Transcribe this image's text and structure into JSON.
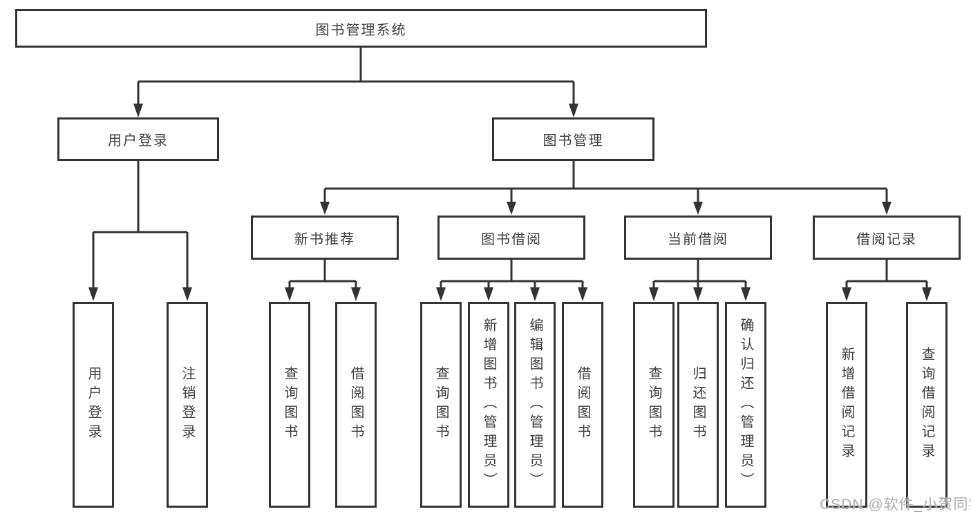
{
  "diagram": {
    "root": "图书管理系统",
    "branches": {
      "user_login": {
        "label": "用户登录",
        "children": [
          "用户登录",
          "注销登录"
        ]
      },
      "book_mgmt": {
        "label": "图书管理",
        "sections": {
          "new_book": {
            "label": "新书推荐",
            "children": [
              "查询图书",
              "借阅图书"
            ]
          },
          "book_borrow": {
            "label": "图书借阅",
            "children": [
              "查询图书",
              "新增图书（管理员）",
              "编辑图书（管理员）",
              "借阅图书"
            ]
          },
          "current_borrow": {
            "label": "当前借阅",
            "children": [
              "查询图书",
              "归还图书",
              "确认归还（管理员）"
            ]
          },
          "borrow_record": {
            "label": "借阅记录",
            "children": [
              "新增借阅记录",
              "查询借阅记录"
            ]
          }
        }
      }
    }
  },
  "watermark": {
    "text": "CSDN @软件_小贺同学"
  },
  "colors": {
    "line": "#333333",
    "text": "#3d3d3d",
    "watermark": "#ababab",
    "background": "#ffffff"
  }
}
